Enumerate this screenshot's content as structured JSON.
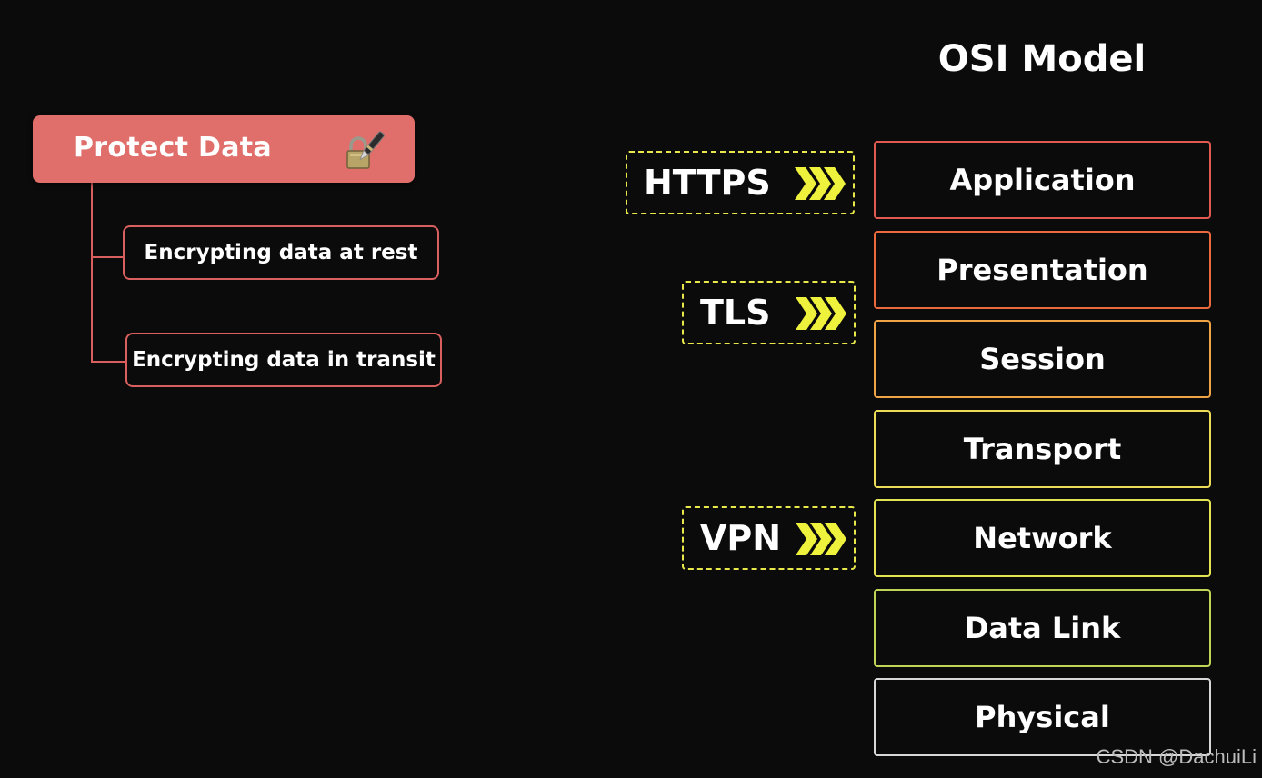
{
  "mindmap": {
    "root_label": "Protect Data",
    "root_icon": "lock-with-pen-icon",
    "children": [
      "Encrypting data at rest",
      "Encrypting data in transit"
    ],
    "color": "#e06e6b"
  },
  "osi": {
    "title": "OSI Model",
    "layers": [
      {
        "label": "Application",
        "border": "#e05a52"
      },
      {
        "label": "Presentation",
        "border": "#ea6a3e"
      },
      {
        "label": "Session",
        "border": "#f0a446"
      },
      {
        "label": "Transport",
        "border": "#ecdc58"
      },
      {
        "label": "Network",
        "border": "#e4e452"
      },
      {
        "label": "Data Link",
        "border": "#c2d458"
      },
      {
        "label": "Physical",
        "border": "#d8d8d8"
      }
    ]
  },
  "protocols": [
    {
      "label": "HTTPS",
      "icon": "triple-chevron-right-icon"
    },
    {
      "label": "TLS",
      "icon": "triple-chevron-right-icon"
    },
    {
      "label": "VPN",
      "icon": "triple-chevron-right-icon"
    }
  ],
  "accent_yellow": "#eef23c",
  "watermark": "CSDN @DachuiLi"
}
